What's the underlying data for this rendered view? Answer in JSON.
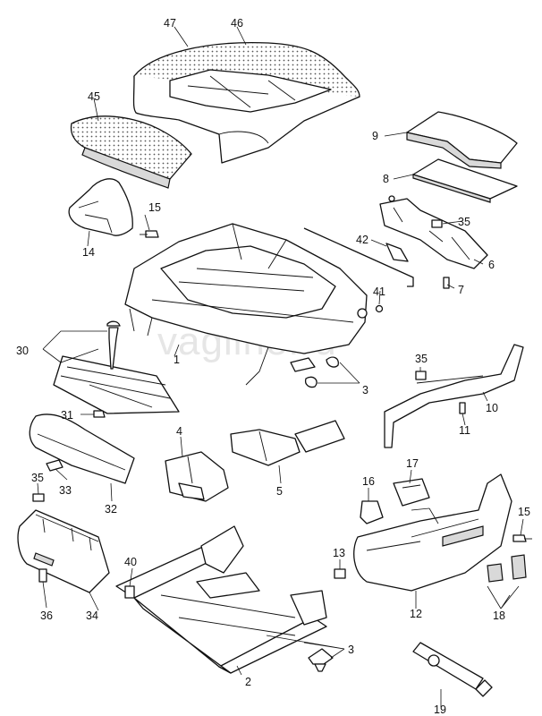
{
  "watermark": "vagline.ru",
  "callouts": {
    "c1": "1",
    "c2": "2",
    "c3a": "3",
    "c3b": "3",
    "c4": "4",
    "c5": "5",
    "c6": "6",
    "c7": "7",
    "c8": "8",
    "c9": "9",
    "c10": "10",
    "c11": "11",
    "c12": "12",
    "c13": "13",
    "c14": "14",
    "c15a": "15",
    "c15b": "15",
    "c16": "16",
    "c17": "17",
    "c18": "18",
    "c19": "19",
    "c30": "30",
    "c31": "31",
    "c32": "32",
    "c33": "33",
    "c34": "34",
    "c35a": "35",
    "c35b": "35",
    "c35c": "35",
    "c36": "36",
    "c40": "40",
    "c41": "41",
    "c42": "42",
    "c45": "45",
    "c46": "46",
    "c47": "47"
  }
}
